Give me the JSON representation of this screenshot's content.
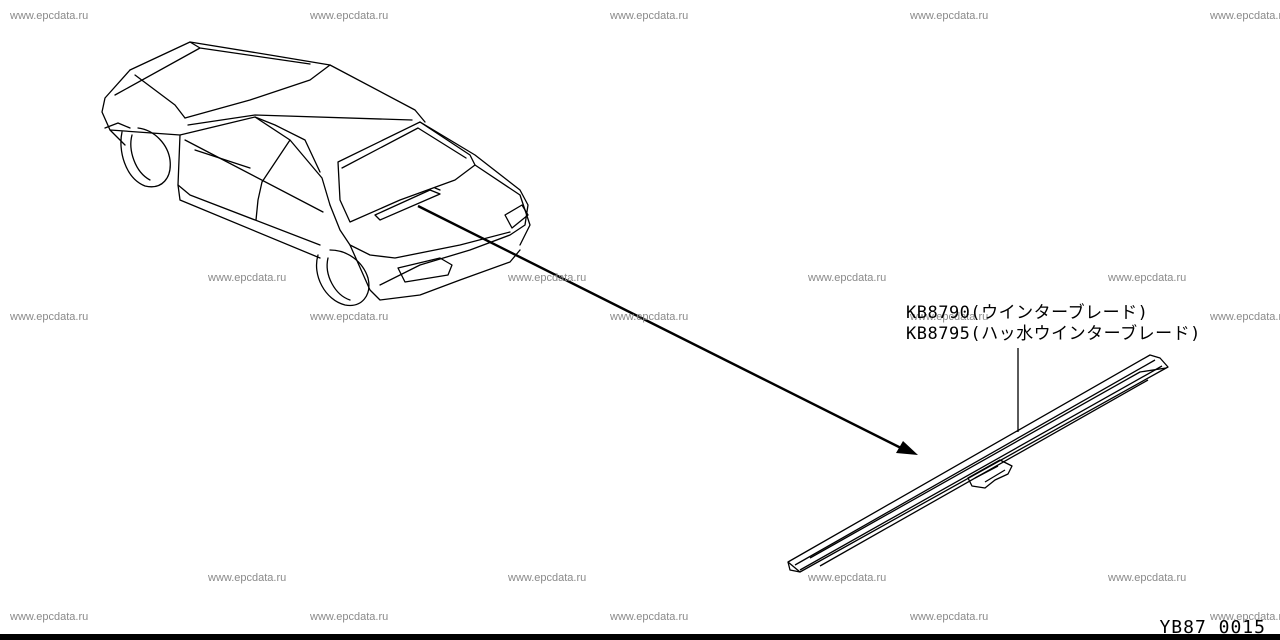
{
  "watermarks": [
    "www.epcdata.ru",
    "www.epcdata.ru",
    "www.epcdata.ru",
    "www.epcdata.ru",
    "www.epcdata.ru",
    "www.epcdata.ru",
    "www.epcdata.ru",
    "www.epcdata.ru",
    "www.epcdata.ru",
    "www.epcdata.ru",
    "www.epcdata.ru",
    "www.epcdata.ru",
    "www.epcdata.ru",
    "www.epcdata.ru",
    "www.epcdata.ru",
    "www.epcdata.ru",
    "www.epcdata.ru",
    "www.epcdata.ru",
    "www.epcdata.ru",
    "www.epcdata.ru",
    "www.epcdata.ru",
    "www.epcdata.ru",
    "www.epcdata.ru"
  ],
  "parts": [
    {
      "code": "KB8790",
      "desc": "(ウインターブレード)"
    },
    {
      "code": "KB8795",
      "desc": "(ハッ水ウインターブレード)"
    }
  ],
  "diagram_code": "YB87 0015",
  "colors": {
    "line": "#000000",
    "watermark": "#8a8a8a",
    "background": "#ffffff"
  }
}
